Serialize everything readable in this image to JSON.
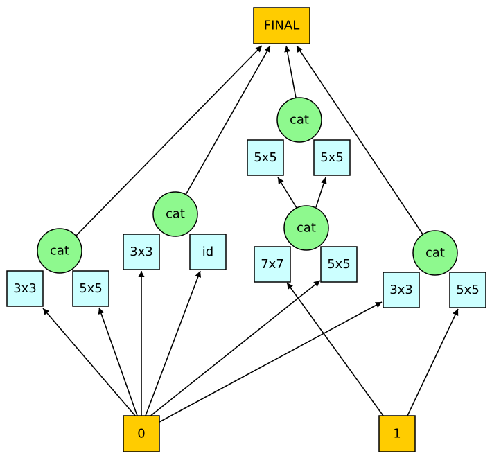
{
  "colors": {
    "io": "#ffcc00",
    "op": "#ccffff",
    "cat": "#8ef98e",
    "edge": "#000000"
  },
  "nodes": {
    "final": {
      "label": "FINAL",
      "kind": "io"
    },
    "input0": {
      "label": "0",
      "kind": "io"
    },
    "input1": {
      "label": "1",
      "kind": "io"
    },
    "cat_a": {
      "label": "cat",
      "kind": "cat"
    },
    "cat_b": {
      "label": "cat",
      "kind": "cat"
    },
    "cat_c": {
      "label": "cat",
      "kind": "cat"
    },
    "cat_d": {
      "label": "cat",
      "kind": "cat"
    },
    "cat_e": {
      "label": "cat",
      "kind": "cat"
    },
    "op_a1": {
      "label": "3x3",
      "kind": "op"
    },
    "op_a2": {
      "label": "5x5",
      "kind": "op"
    },
    "op_b1": {
      "label": "3x3",
      "kind": "op"
    },
    "op_b2": {
      "label": "id",
      "kind": "op"
    },
    "op_c1": {
      "label": "5x5",
      "kind": "op"
    },
    "op_c2": {
      "label": "5x5",
      "kind": "op"
    },
    "op_d1": {
      "label": "7x7",
      "kind": "op"
    },
    "op_d2": {
      "label": "5x5",
      "kind": "op"
    },
    "op_e1": {
      "label": "3x3",
      "kind": "op"
    },
    "op_e2": {
      "label": "5x5",
      "kind": "op"
    }
  },
  "edges": [
    [
      "input0",
      "op_a1"
    ],
    [
      "input0",
      "op_a2"
    ],
    [
      "input0",
      "op_b1"
    ],
    [
      "input0",
      "op_b2"
    ],
    [
      "input0",
      "op_d2"
    ],
    [
      "input0",
      "op_e1"
    ],
    [
      "input1",
      "op_d1"
    ],
    [
      "input1",
      "op_e2"
    ],
    [
      "cat_d",
      "op_c1"
    ],
    [
      "cat_d",
      "op_c2"
    ],
    [
      "cat_a",
      "final"
    ],
    [
      "cat_b",
      "final"
    ],
    [
      "cat_c",
      "final"
    ],
    [
      "cat_e",
      "final"
    ]
  ]
}
